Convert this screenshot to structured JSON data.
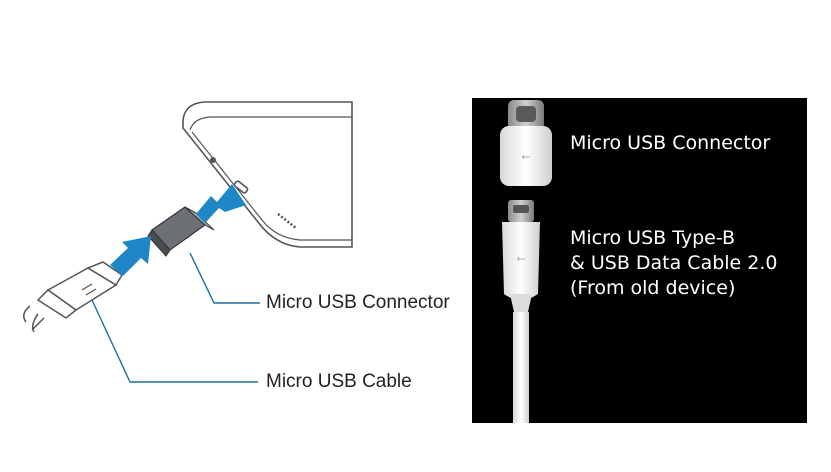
{
  "left_diagram": {
    "labels": {
      "connector": "Micro USB Connector",
      "cable": "Micro USB Cable"
    },
    "colors": {
      "arrow": "#1f86c8",
      "leader_line": "#1f6f9e",
      "outline": "#555555",
      "connector_body": "#6d7175"
    }
  },
  "right_panel": {
    "background": "#000000",
    "connector_label": "Micro USB Connector",
    "cable_label_lines": [
      "Micro USB Type-B",
      "& USB Data Cable 2.0",
      "(From old device)"
    ]
  }
}
